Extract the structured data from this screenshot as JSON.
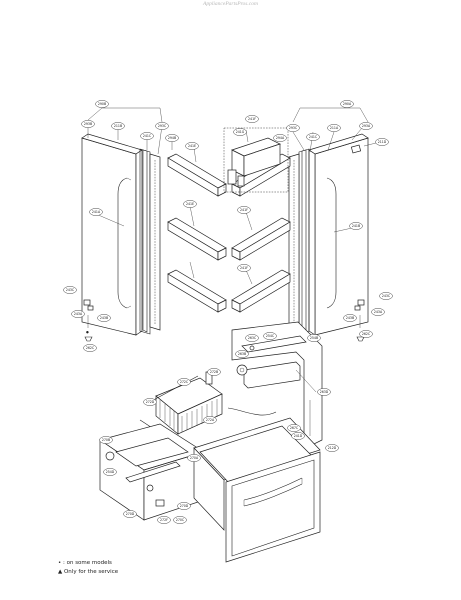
{
  "watermark": "AppliancePartsPros.com",
  "legend": {
    "line1": "• : on some models",
    "line2": "▲ Only for the service"
  },
  "callouts": [
    {
      "id": "c200",
      "label": "290B"
    },
    {
      "id": "c201",
      "label": "290A"
    },
    {
      "id": "c202",
      "label": "293B"
    },
    {
      "id": "c203",
      "label": "211B"
    },
    {
      "id": "c204",
      "label": "293C"
    },
    {
      "id": "c205",
      "label": "241C"
    },
    {
      "id": "c206",
      "label": "294B"
    },
    {
      "id": "c207",
      "label": "241F"
    },
    {
      "id": "c208",
      "label": "241G"
    },
    {
      "id": "c209",
      "label": "293C"
    },
    {
      "id": "c210",
      "label": "294A"
    },
    {
      "id": "c211",
      "label": "293A"
    },
    {
      "id": "c212",
      "label": "211A"
    },
    {
      "id": "c213",
      "label": "211D"
    },
    {
      "id": "c214",
      "label": "241C"
    },
    {
      "id": "c215",
      "label": "241E"
    },
    {
      "id": "c216",
      "label": "241E"
    },
    {
      "id": "c217",
      "label": "241A"
    },
    {
      "id": "c218",
      "label": "241B"
    },
    {
      "id": "c219",
      "label": "241F"
    },
    {
      "id": "c220",
      "label": "241F"
    },
    {
      "id": "c221",
      "label": "243C"
    },
    {
      "id": "c222",
      "label": "243A"
    },
    {
      "id": "c223",
      "label": "243B"
    },
    {
      "id": "c224",
      "label": "262C"
    },
    {
      "id": "c225",
      "label": "243C"
    },
    {
      "id": "c226",
      "label": "243B"
    },
    {
      "id": "c227",
      "label": "243A"
    },
    {
      "id": "c228",
      "label": "262C"
    },
    {
      "id": "c229",
      "label": "254C"
    },
    {
      "id": "c230",
      "label": "263B"
    },
    {
      "id": "c231",
      "label": "254B"
    },
    {
      "id": "c232",
      "label": "272C"
    },
    {
      "id": "c233",
      "label": "272B"
    },
    {
      "id": "c234",
      "label": "272A"
    },
    {
      "id": "c235",
      "label": "272D"
    },
    {
      "id": "c236",
      "label": "263D"
    },
    {
      "id": "c237",
      "label": "267C"
    },
    {
      "id": "c238",
      "label": "241D"
    },
    {
      "id": "c239",
      "label": "270B"
    },
    {
      "id": "c240",
      "label": "254D"
    },
    {
      "id": "c241",
      "label": "270A"
    },
    {
      "id": "c242",
      "label": "270D"
    },
    {
      "id": "c243",
      "label": "270D"
    },
    {
      "id": "c244",
      "label": "272F"
    },
    {
      "id": "c245",
      "label": "270C"
    },
    {
      "id": "c246",
      "label": "212D"
    },
    {
      "id": "c247",
      "label": "263C"
    }
  ]
}
